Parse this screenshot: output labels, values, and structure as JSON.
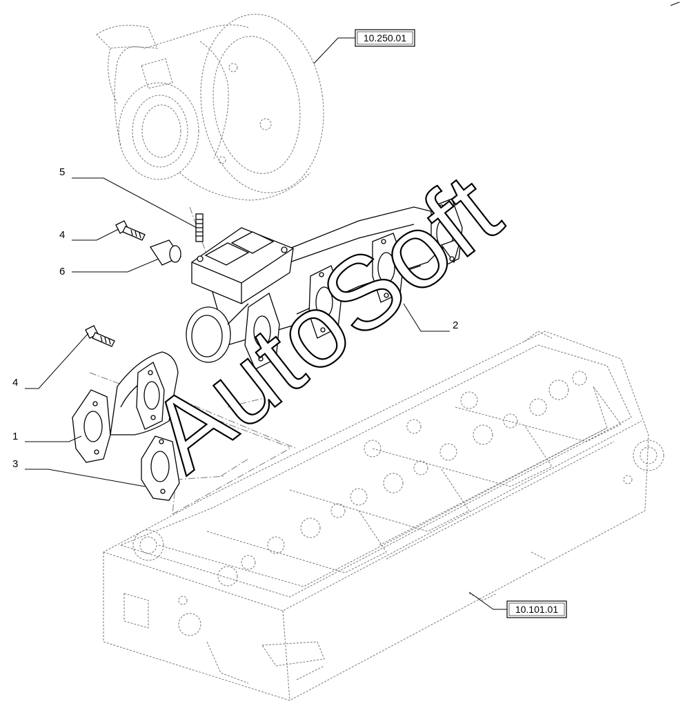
{
  "callouts": {
    "c1": "1",
    "c2": "2",
    "c3": "3",
    "c4a": "4",
    "c4b": "4",
    "c5": "5",
    "c6": "6"
  },
  "refs": {
    "turbo": "10.250.01",
    "head": "10.101.01"
  },
  "watermark": "AutoSoft"
}
